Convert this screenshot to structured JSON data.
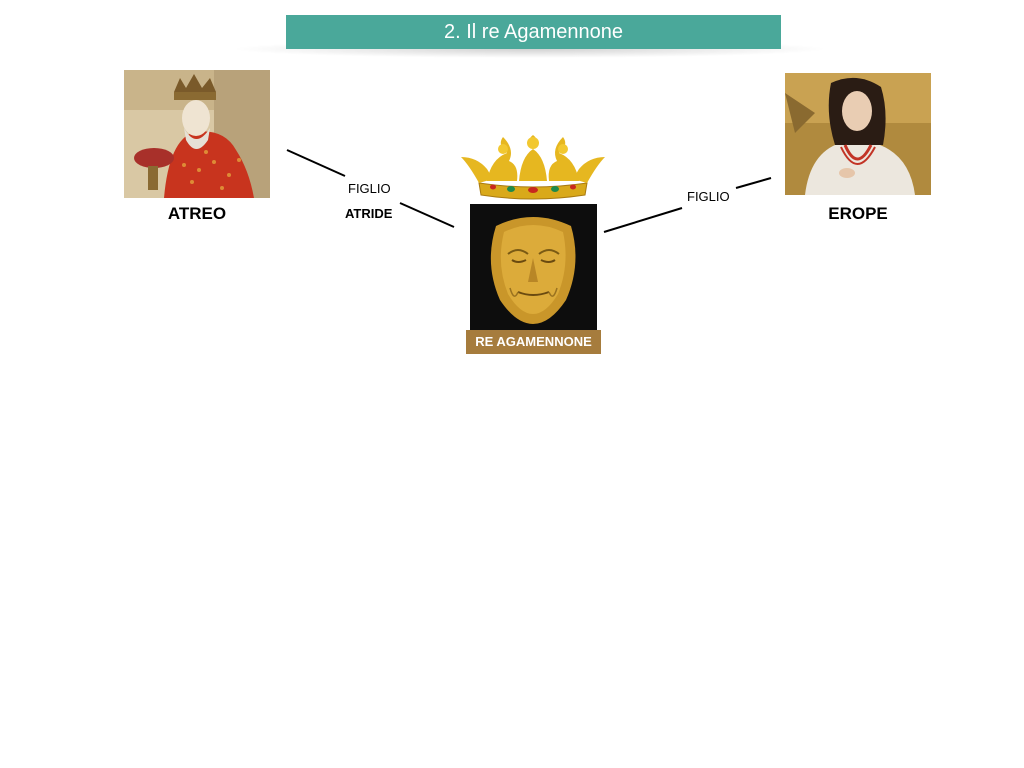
{
  "slide": {
    "title": "2. Il re Agamennone"
  },
  "nodes": {
    "father": {
      "name": "ATREO"
    },
    "mother": {
      "name": "EROPE"
    },
    "son": {
      "name": "RE AGAMENNONE"
    }
  },
  "relations": {
    "left_label": "FIGLIO",
    "left_sublabel": "ATRIDE",
    "right_label": "FIGLIO"
  },
  "colors": {
    "title_bar": "#4aa89a",
    "center_label": "#a67c3d"
  }
}
